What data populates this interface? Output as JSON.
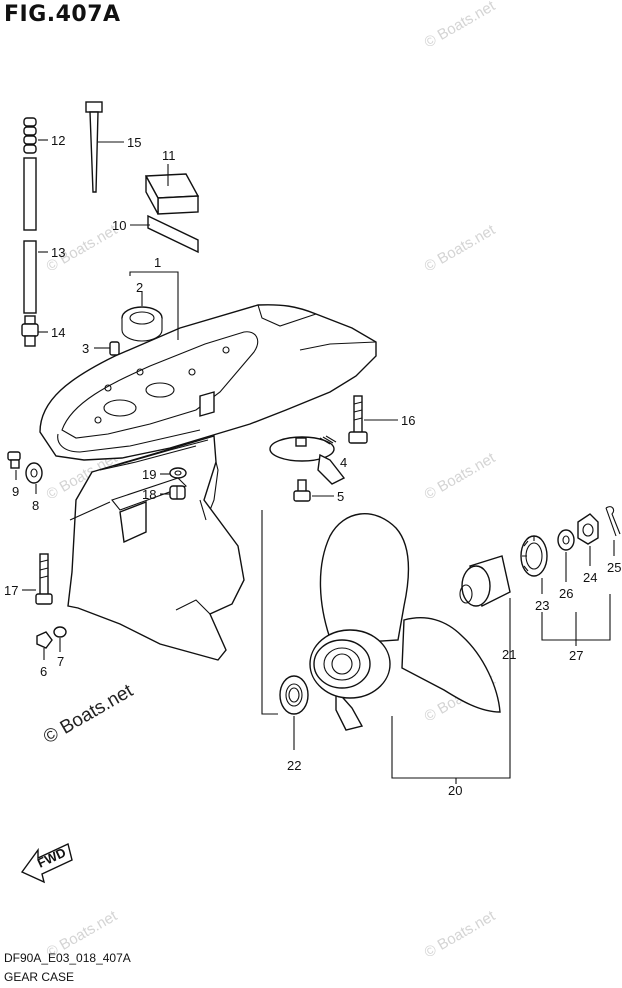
{
  "header": {
    "figure": "FIG.407A"
  },
  "footer": {
    "code": "DF90A_E03_018_407A",
    "name": "GEAR CASE"
  },
  "watermark": {
    "text": "© Boats.net"
  },
  "direction": {
    "label": "FWD"
  },
  "callouts": [
    "1",
    "2",
    "3",
    "4",
    "5",
    "6",
    "7",
    "8",
    "9",
    "10",
    "11",
    "12",
    "13",
    "14",
    "15",
    "16",
    "17",
    "18",
    "19",
    "20",
    "21",
    "22",
    "23",
    "24",
    "25",
    "26",
    "27"
  ]
}
